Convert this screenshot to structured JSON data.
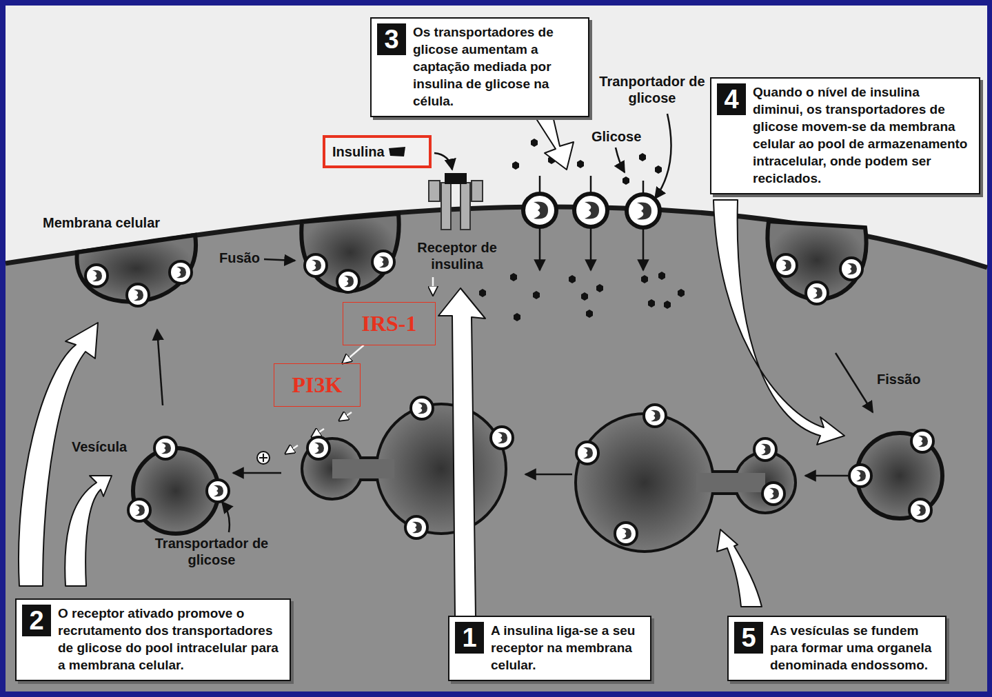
{
  "diagram": {
    "nodes": [
      {
        "text": [
          "3",
          "Os transportadores de glicose aumentam a captação mediada por insulina de glicose na célula."
        ]
      },
      {
        "text": [
          "4",
          "Quando o nível de insulina diminui, os transportadores de glicose movem-se da membrana celular ao pool de armazenamento intracelular, onde podem ser reciclados."
        ]
      },
      {
        "text": [
          "Insulina"
        ]
      },
      {
        "text": [
          "IRS-1"
        ]
      },
      {
        "text": [
          "PI3K"
        ]
      },
      {
        "text": [
          "2",
          "O receptor ativado promove o recrutamento dos transportadores de glicose do pool intracelular para a membrana celular."
        ]
      },
      {
        "text": [
          "1",
          "A insulina liga-se a seu receptor na membrana celular."
        ]
      },
      {
        "text": [
          "5",
          "As vesículas se fundem para formar uma organela denominada endossomo."
        ]
      }
    ],
    "edges": [
      {
        "from": 3,
        "to": 4,
        "arrow": "to"
      }
    ],
    "labels": [
      "Tranportador de glicose",
      "Glicose",
      "Membrana celular",
      "Fusão",
      "Receptor de insulina",
      "Vesícula",
      "Transportador de glicose",
      "Fissão"
    ]
  }
}
